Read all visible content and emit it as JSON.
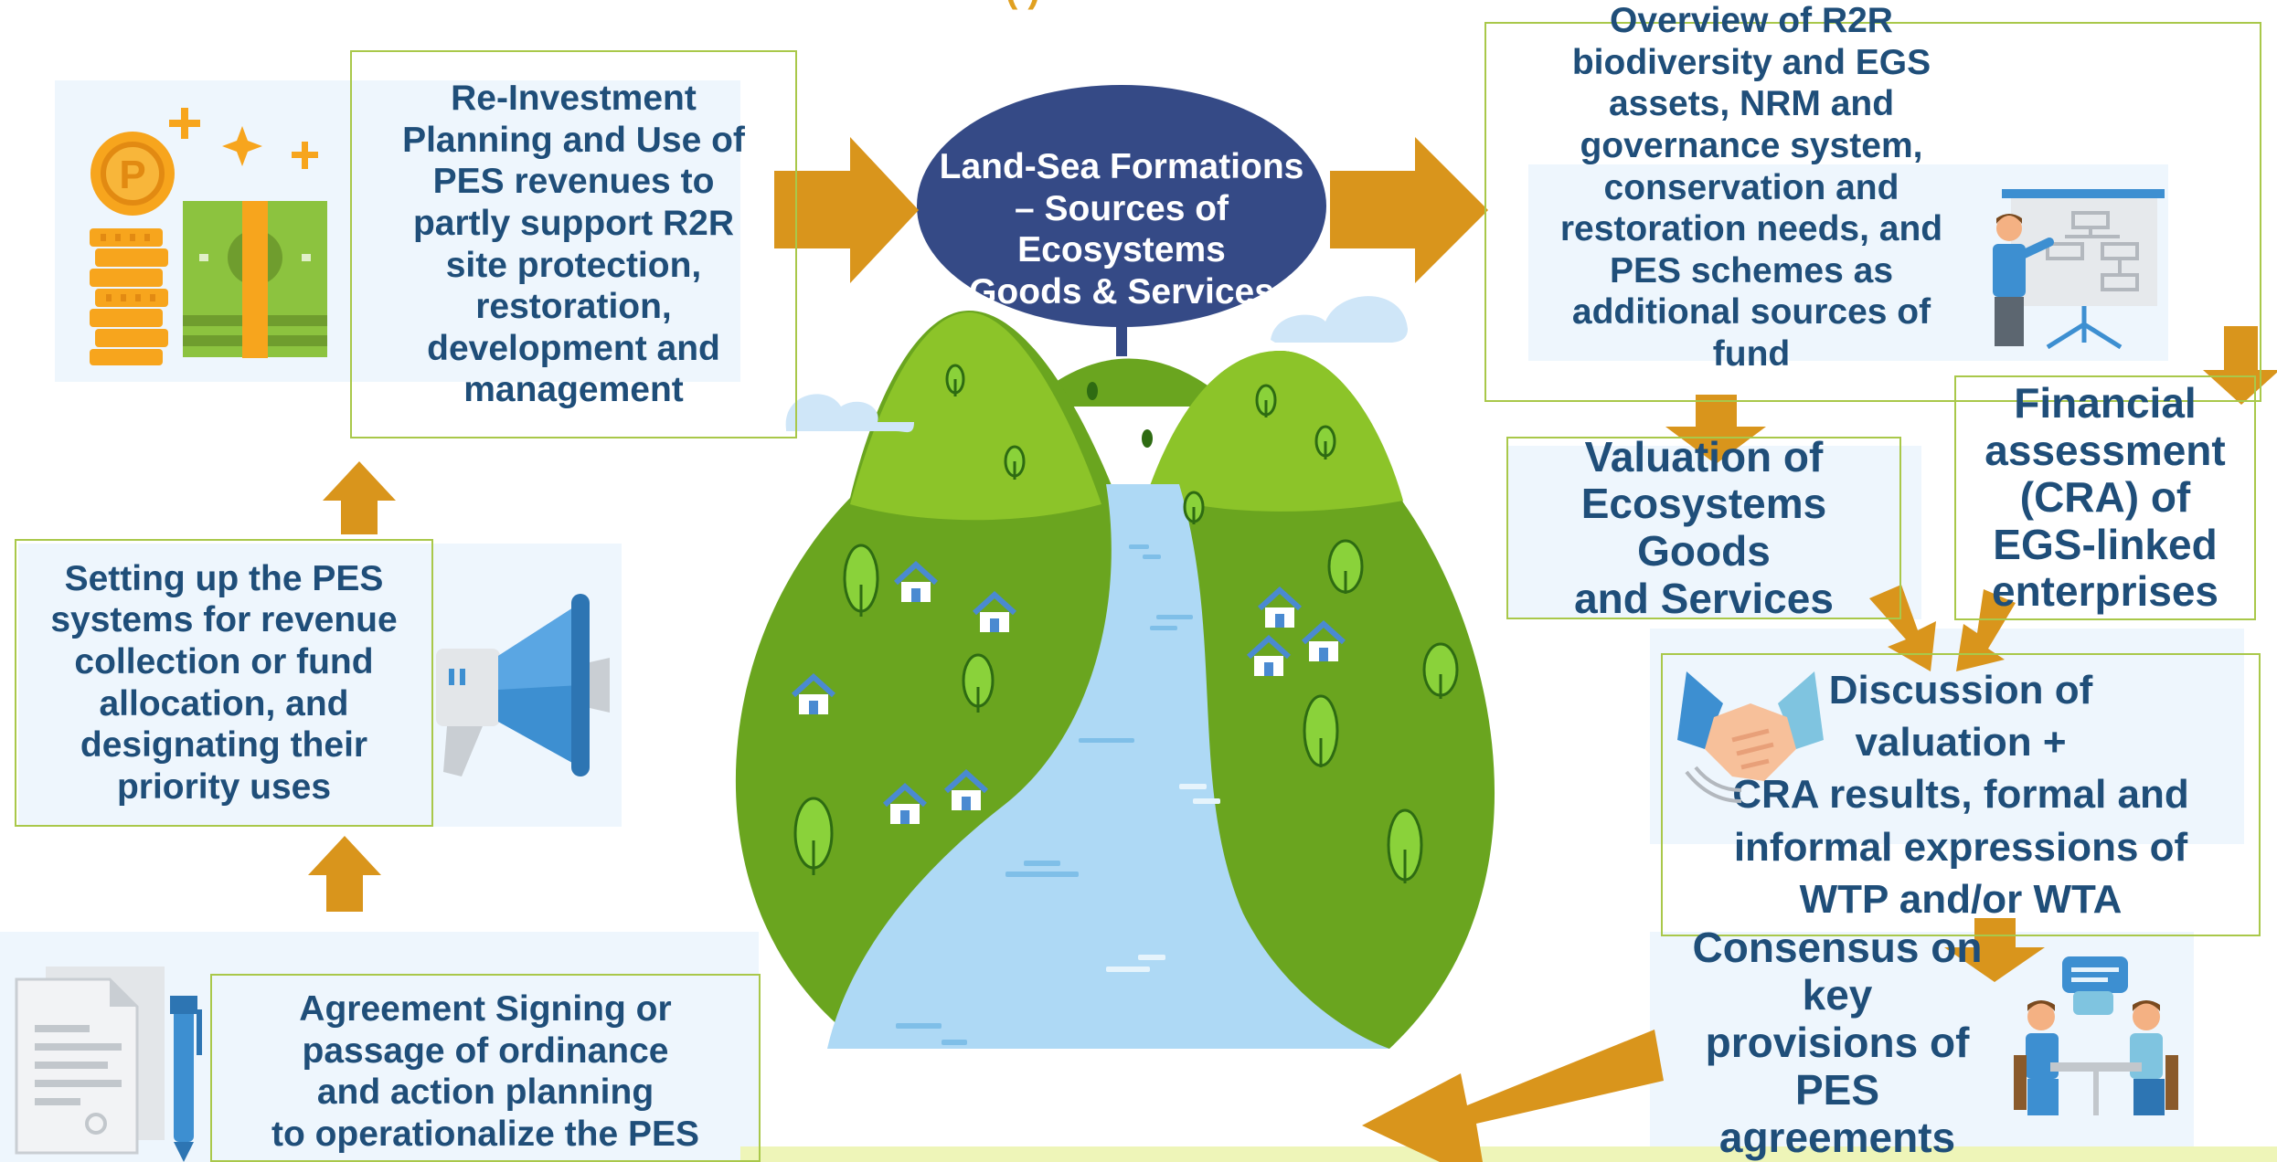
{
  "title_fragment": "(                    )",
  "center": {
    "title": "Land-Sea Formations\n– Sources of\nEcosystems\nGoods & Services"
  },
  "boxes": {
    "reinvestment": "Re-Investment\nPlanning and Use of\nPES revenues to\npartly support R2R\nsite protection,\nrestoration,\ndevelopment and\nmanagement",
    "overview": "Overview of R2R\nbiodiversity and EGS\nassets,   NRM and\ngovernance system,\nconservation and\nrestoration needs, and\nPES schemes as\nadditional sources of\nfund",
    "valuation": "Valuation of\nEcosystems\nGoods\nand Services",
    "financial": "Financial\nassessment\n(CRA) of\nEGS-linked\nenterprises",
    "discussion": "Discussion of\nvaluation  +\nCRA results, formal and\ninformal expressions of\nWTP and/or WTA",
    "consensus": "Consensus on\nkey\nprovisions of\nPES\nagreements",
    "agreement": "Agreement Signing or\npassage of ordinance\nand action planning\nto operationalize the PES",
    "setup": "Setting up the PES\nsystems for revenue\ncollection or fund\nallocation, and\ndesignating their\npriority uses"
  },
  "icons": {
    "money": "coins-and-cash-icon",
    "presenter": "presentation-board-icon",
    "megaphone": "megaphone-icon",
    "document": "document-and-pen-icon",
    "handshake": "handshake-icon",
    "meeting": "meeting-icon"
  },
  "colors": {
    "text": "#1f4e79",
    "arrow": "#d9951c",
    "border": "#a9c84a",
    "ellipse": "#354a86",
    "hill_dark": "#6aa51f",
    "hill_light": "#8cc429",
    "river": "#aed9f5"
  }
}
